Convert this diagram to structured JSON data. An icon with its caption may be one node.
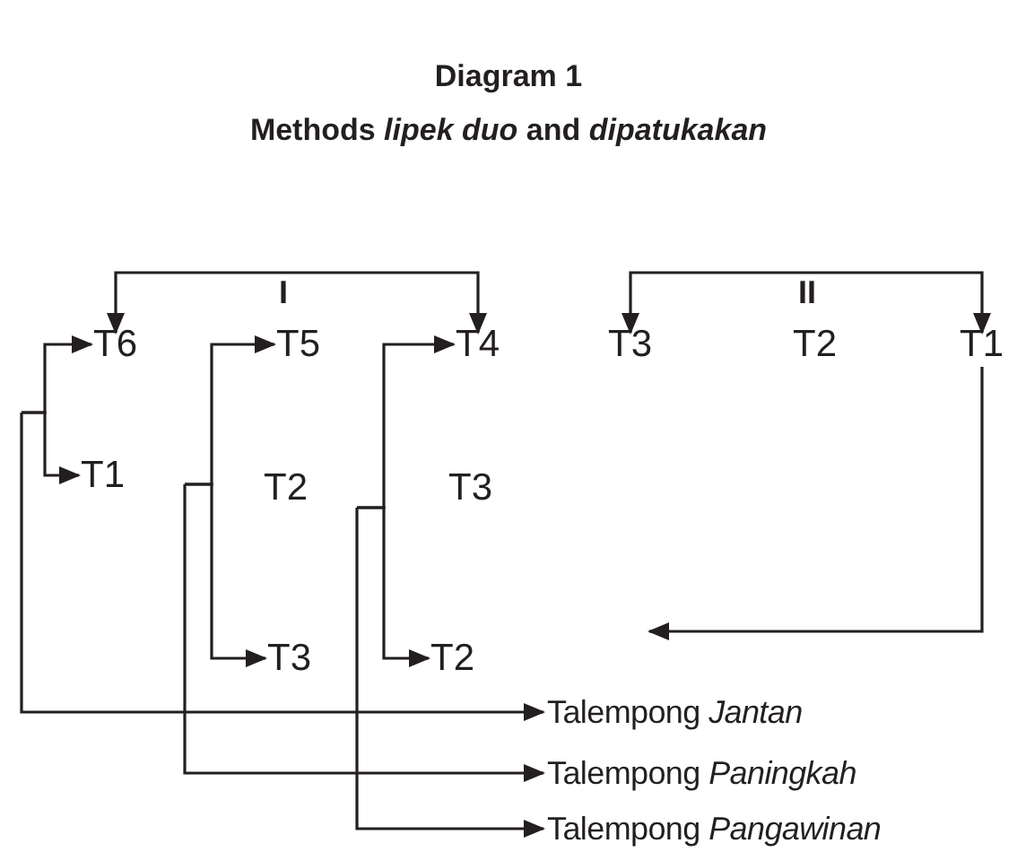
{
  "diagram": {
    "title": "Diagram 1",
    "nodes": [
      {
        "text": [
          "T6"
        ]
      },
      {
        "text": [
          "T5"
        ]
      },
      {
        "text": [
          "T4"
        ]
      },
      {
        "text": [
          "T3"
        ]
      },
      {
        "text": [
          "T2"
        ]
      },
      {
        "text": [
          "T1"
        ]
      },
      {
        "text": [
          "T1"
        ]
      },
      {
        "text": [
          "T2"
        ]
      },
      {
        "text": [
          "T3"
        ]
      },
      {
        "text": [
          "T3"
        ]
      },
      {
        "text": [
          "T2"
        ]
      },
      {
        "text": [
          "Talempong *Jantan*"
        ]
      },
      {
        "text": [
          "Talempong *Paningkah*"
        ]
      },
      {
        "text": [
          "Talempong *Pangawinan*"
        ]
      }
    ],
    "edges": [
      {
        "from": 0,
        "to": 2,
        "arrow": "both",
        "label": "I"
      },
      {
        "from": 3,
        "to": 5,
        "arrow": "both",
        "label": "II"
      },
      {
        "from": null,
        "to": 0,
        "arrow": "to"
      },
      {
        "from": null,
        "to": 6,
        "arrow": "to"
      },
      {
        "from": null,
        "to": 11,
        "arrow": "to"
      },
      {
        "from": null,
        "to": 1,
        "arrow": "to"
      },
      {
        "from": null,
        "to": 9,
        "arrow": "to"
      },
      {
        "from": null,
        "to": 12,
        "arrow": "to"
      },
      {
        "from": null,
        "to": 2,
        "arrow": "to"
      },
      {
        "from": null,
        "to": 10,
        "arrow": "to"
      },
      {
        "from": null,
        "to": 13,
        "arrow": "to"
      },
      {
        "from": 5,
        "to": null,
        "arrow": "to"
      }
    ],
    "labels": [
      "Methods *lipek duo* and *dipatukakan*"
    ]
  }
}
